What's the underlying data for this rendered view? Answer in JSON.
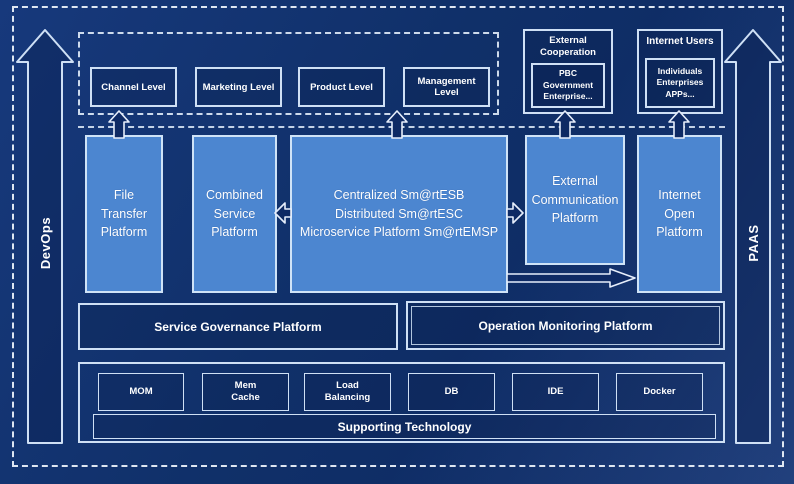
{
  "rails": {
    "left_label": "DevOps",
    "right_label": "PAAS"
  },
  "levels": {
    "items": [
      {
        "label": "Channel Level"
      },
      {
        "label": "Marketing Level"
      },
      {
        "label": "Product Level"
      },
      {
        "label": "Management Level"
      }
    ]
  },
  "external_cooperation": {
    "title": "External\nCooperation",
    "inner": "PBC Government\nEnterprise..."
  },
  "internet_users": {
    "title": "Internet Users",
    "inner": "Individuals\nEnterprises\nAPPs..."
  },
  "platforms": {
    "file_transfer": "File\nTransfer\nPlatform",
    "combined_service": "Combined\nService\nPlatform",
    "esb_suite": "Centralized Sm@rtESB\nDistributed Sm@rtESC\nMicroservice Platform Sm@rtEMSP",
    "external_communication": "External\nCommunication\nPlatform",
    "internet_open": "Internet\nOpen\nPlatform"
  },
  "governance": {
    "service_label": "Service Governance Platform",
    "monitoring_label": "Operation Monitoring Platform"
  },
  "technology": {
    "items": [
      {
        "label": "MOM"
      },
      {
        "label": "Mem\nCache"
      },
      {
        "label": "Load\nBalancing"
      },
      {
        "label": "DB"
      },
      {
        "label": "IDE"
      },
      {
        "label": "Docker"
      }
    ],
    "footer_label": "Supporting Technology"
  },
  "colors": {
    "background": "#103069",
    "platform_fill": "#4c86d0",
    "border_light": "#cfe0f5",
    "text": "#ffffff"
  }
}
